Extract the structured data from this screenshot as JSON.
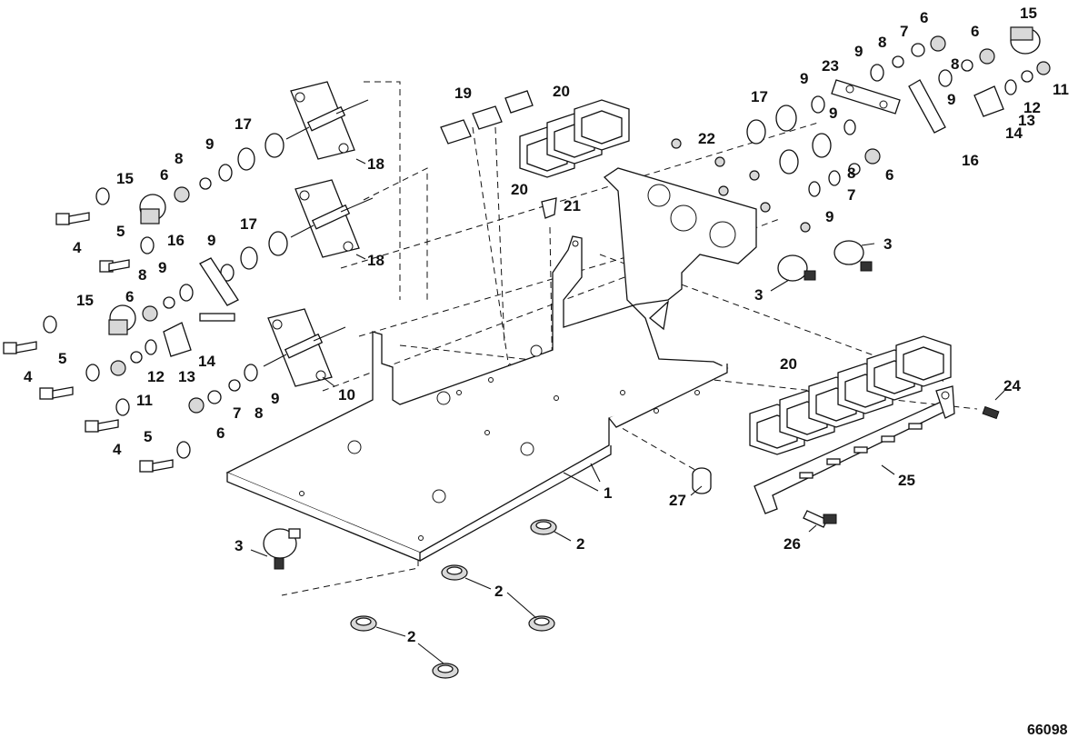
{
  "figure_number": "66098",
  "callouts": [
    "1",
    "2",
    "3",
    "4",
    "5",
    "6",
    "7",
    "8",
    "9",
    "10",
    "11",
    "12",
    "13",
    "14",
    "15",
    "16",
    "17",
    "18",
    "19",
    "20",
    "21",
    "22",
    "23",
    "24",
    "25",
    "26",
    "27"
  ]
}
